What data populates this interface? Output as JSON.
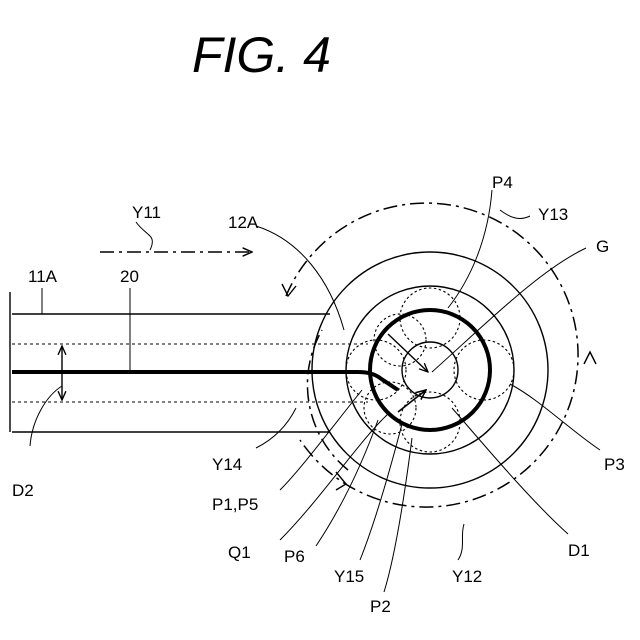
{
  "figure": {
    "title": "FIG. 4",
    "labels": {
      "Y11": "Y11",
      "12A": "12A",
      "P4": "P4",
      "Y13": "Y13",
      "G": "G",
      "11A": "11A",
      "20": "20",
      "Y14": "Y14",
      "D2": "D2",
      "P1P5": "P1,P5",
      "P3": "P3",
      "Q1": "Q1",
      "P6": "P6",
      "D1": "D1",
      "Y15": "Y15",
      "Y12": "Y12",
      "P2": "P2"
    }
  }
}
